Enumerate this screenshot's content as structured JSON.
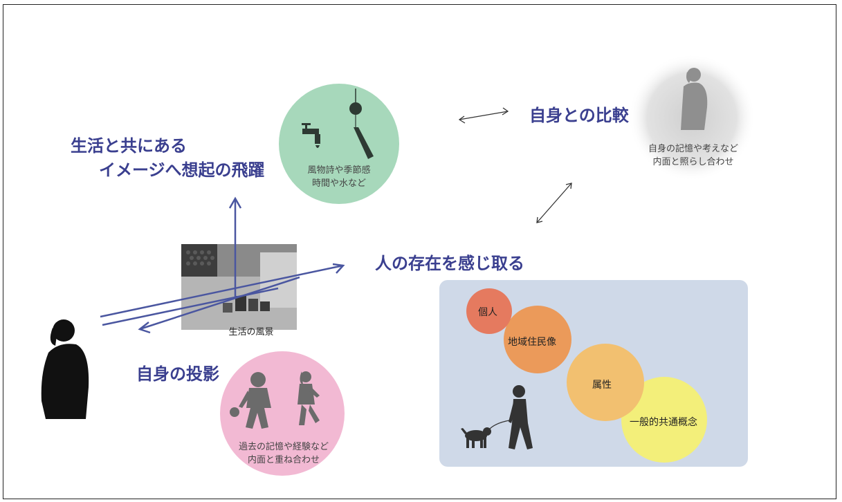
{
  "headings": {
    "imagery_line1": "生活と共にある",
    "imagery_line2": "イメージへ想起の飛躍",
    "self_comparison": "自身との比較",
    "sense_presence": "人の存在を感じ取る",
    "self_projection": "自身の投影"
  },
  "green_circle": {
    "line1": "風物詩や季節感",
    "line2": "時間や水など",
    "icons": [
      "faucet-icon",
      "wind-chime-icon"
    ]
  },
  "gray_circle": {
    "line1": "自身の記憶や考えなど",
    "line2": "内面と照らし合わせ",
    "icons": [
      "woman-silhouette-icon"
    ]
  },
  "pink_circle": {
    "line1": "過去の記憶や経験など",
    "line2": "内面と重ね合わせ",
    "icons": [
      "children-playing-icon"
    ]
  },
  "photo": {
    "caption": "生活の風景"
  },
  "blue_panel": {
    "circles": [
      {
        "label": "個人",
        "color": "#e57a5f"
      },
      {
        "label": "地域住民像",
        "color": "#eb9a5a"
      },
      {
        "label": "属性",
        "color": "#f2c070"
      },
      {
        "label": "一般的共通概念",
        "color": "#f3ef7a"
      }
    ],
    "icons": [
      "dog-walker-icon"
    ],
    "panel_color": "#cfd9e8"
  },
  "colors": {
    "heading": "#3a3f8f",
    "arrow": "#4a56a0"
  }
}
